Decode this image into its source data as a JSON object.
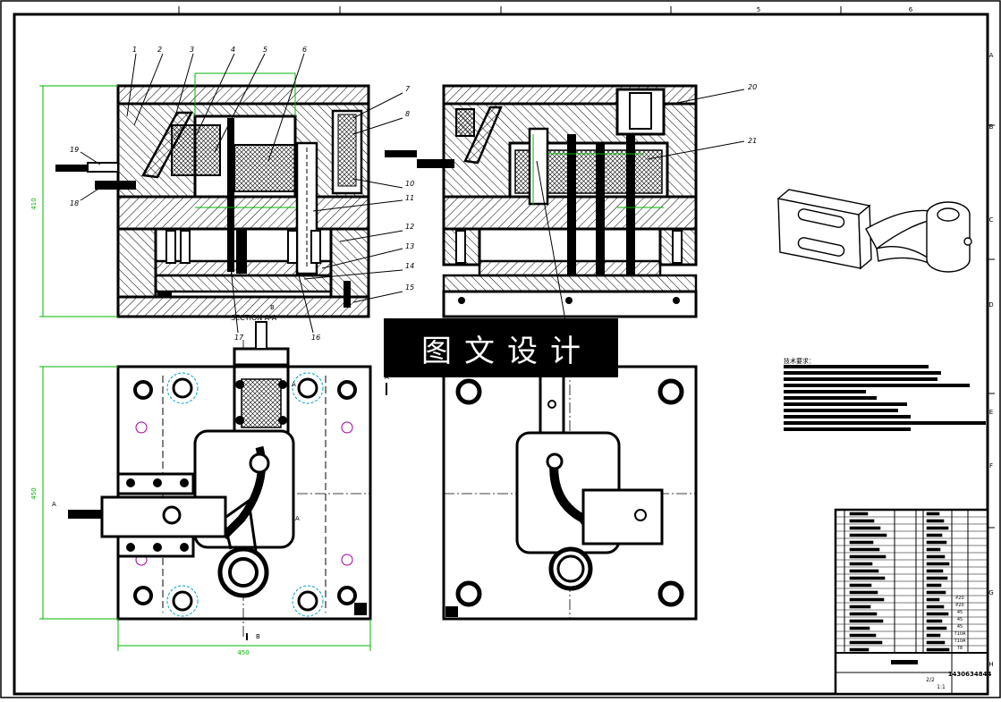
{
  "sheet": {
    "zone_numbers": [
      "5",
      "6"
    ],
    "zone_letters": [
      "A",
      "B",
      "C",
      "D",
      "E",
      "F",
      "G",
      "H"
    ]
  },
  "section_view": {
    "balloons": [
      "1",
      "2",
      "3",
      "4",
      "5",
      "6",
      "7",
      "8",
      "10",
      "11",
      "12",
      "13",
      "14",
      "15",
      "16",
      "17",
      "18",
      "19",
      "20",
      "21"
    ],
    "section_label": "SECTION A-A",
    "cut_marks": [
      "B",
      "B"
    ],
    "dim_height": "410"
  },
  "plan_view": {
    "cut_marks": [
      "A",
      "A",
      "A",
      "A"
    ],
    "section_letter_bottom": "B",
    "dim_height": "450",
    "dim_width": "450"
  },
  "watermark": "图文设计",
  "tech_requirements": {
    "title": "技术要求："
  },
  "title_block": {
    "drawing_no": "1430634844",
    "scale": "1:1",
    "sheet_count": "2/2",
    "materials": [
      "P20",
      "P20",
      "45",
      "45",
      "45",
      "T10A",
      "T10A",
      "T8"
    ]
  },
  "colors": {
    "line": "#000000",
    "dimension": "#00b400",
    "hatch": "#000000",
    "aux": "#a000a0",
    "cyan": "#00a0c8"
  }
}
